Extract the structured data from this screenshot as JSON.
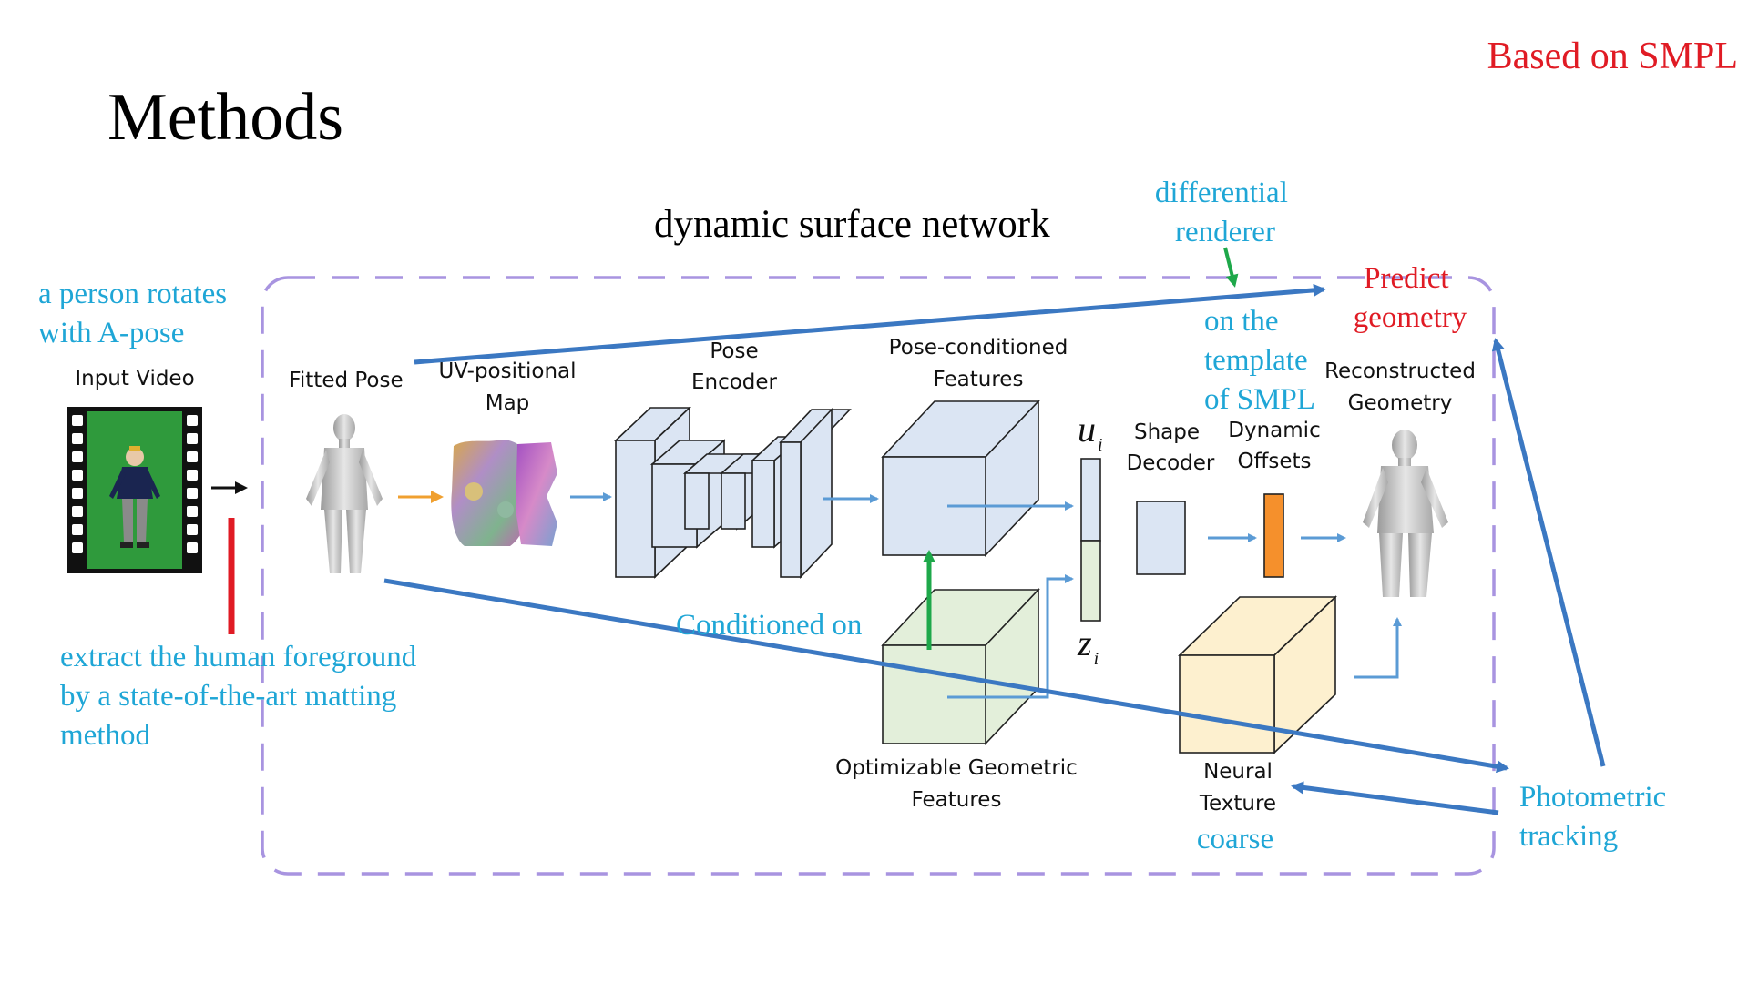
{
  "slide": {
    "corner_note": "Based on SMPL",
    "title": "Methods",
    "network_label": "dynamic surface network"
  },
  "annotations": {
    "person_rotates": [
      "a person rotates",
      "with A-pose"
    ],
    "extract": [
      "extract the human foreground",
      "by a state-of-the-art matting",
      "method"
    ],
    "differential_renderer": [
      "differential",
      "renderer"
    ],
    "predict_geometry": [
      "Predict",
      "geometry"
    ],
    "template": [
      "on the",
      "template",
      "of SMPL"
    ],
    "conditioned_on": "Conditioned on",
    "photometric": [
      "Photometric",
      "tracking"
    ],
    "coarse": "coarse"
  },
  "diagram_labels": {
    "input_video": "Input Video",
    "fitted_pose": "Fitted Pose",
    "uv_map": [
      "UV-positional",
      "Map"
    ],
    "pose_encoder": [
      "Pose",
      "Encoder"
    ],
    "pose_features": [
      "Pose-conditioned",
      "Features"
    ],
    "u_symbol": "u",
    "z_symbol": "z",
    "subscript": "i",
    "shape_decoder": [
      "Shape",
      "Decoder"
    ],
    "dynamic_offsets": [
      "Dynamic",
      "Offsets"
    ],
    "reconstructed": [
      "Reconstructed",
      "Geometry"
    ],
    "optimizable": [
      "Optimizable Geometric",
      "Features"
    ],
    "neural_texture": [
      "Neural",
      "Texture"
    ]
  },
  "colors": {
    "annotation_cyan": "#1fa6d6",
    "annotation_red": "#e01b24",
    "flow_blue": "#5b9bd5",
    "long_arrow_blue": "#3b78c2",
    "green_arrow": "#1ea84a",
    "orange_arrow": "#f0a030",
    "dashed_border": "#a894e0",
    "box_blue": "#dbe5f3",
    "box_green": "#e3efda",
    "box_yellow": "#fdf0cf",
    "offset_orange": "#f5902c",
    "video_green": "#2f9a3c"
  }
}
